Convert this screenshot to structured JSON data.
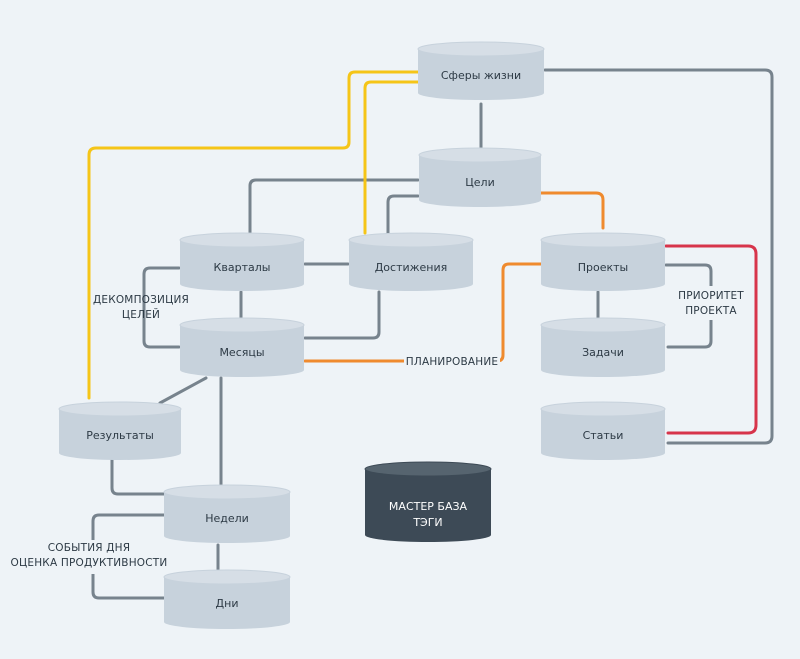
{
  "colors": {
    "background": "#eef3f7",
    "node_fill": "#c7d2dc",
    "node_top": "#d6dee6",
    "node_dark_fill": "#3d4a56",
    "node_dark_top": "#56646f",
    "link_gray": "#77838d",
    "link_yellow": "#f5c518",
    "link_orange": "#ef8a2e",
    "link_red": "#d7344b"
  },
  "nodes": {
    "spheres": "Сферы жизни",
    "goals": "Цели",
    "quarters": "Кварталы",
    "achievements": "Достижения",
    "projects": "Проекты",
    "months": "Месяцы",
    "tasks": "Задачи",
    "results": "Результаты",
    "articles": "Статьи",
    "weeks": "Недели",
    "days": "Дни",
    "master": [
      "МАСТЕР БАЗА",
      "ТЭГИ"
    ]
  },
  "edge_labels": {
    "decomposition": [
      "ДЕКОМПОЗИЦИЯ",
      "ЦЕЛЕЙ"
    ],
    "planning": "ПЛАНИРОВАНИЕ",
    "priority": [
      "ПРИОРИТЕТ",
      "ПРОЕКТА"
    ],
    "day_events": [
      "СОБЫТИЯ ДНЯ",
      "ОЦЕНКА ПРОДУКТИВНОСТИ"
    ]
  }
}
